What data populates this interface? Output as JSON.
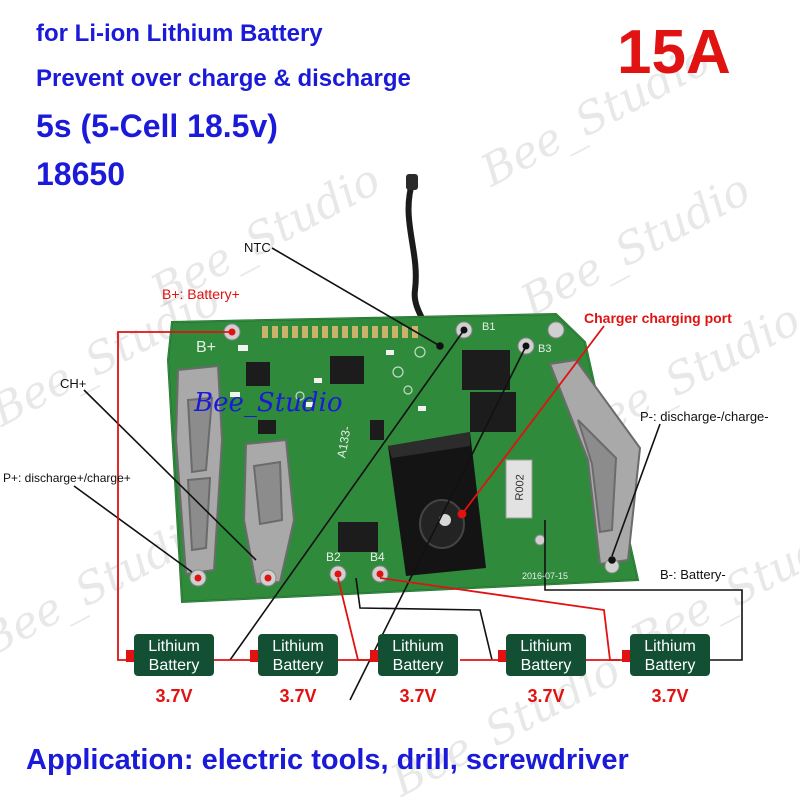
{
  "header": {
    "line1": "for Li-ion Lithium  Battery",
    "line2": "Prevent over charge & discharge",
    "line3": "5s (5-Cell 18.5v)",
    "line4": "18650",
    "current": "15A"
  },
  "watermark": "Bee_Studio",
  "board": {
    "brand": "Bee_Studio",
    "silk_bplus": "B+",
    "silk_b1": "B1",
    "silk_b2": "B2",
    "silk_b3": "B3",
    "silk_b4": "B4",
    "silk_model": "A133-",
    "silk_resistor": "R002",
    "silk_date": "2016-07-15"
  },
  "labels": {
    "ntc": "NTC",
    "b_plus": "B+: Battery+",
    "ch_plus": "CH+",
    "p_plus": "P+: discharge+/charge+",
    "charger_port": "Charger charging port",
    "p_minus": "P-: discharge-/charge-",
    "b_minus": "B-: Battery-"
  },
  "cells": [
    {
      "line1": "Lithium",
      "line2": "Battery",
      "voltage": "3.7V"
    },
    {
      "line1": "Lithium",
      "line2": "Battery",
      "voltage": "3.7V"
    },
    {
      "line1": "Lithium",
      "line2": "Battery",
      "voltage": "3.7V"
    },
    {
      "line1": "Lithium",
      "line2": "Battery",
      "voltage": "3.7V"
    },
    {
      "line1": "Lithium",
      "line2": "Battery",
      "voltage": "3.7V"
    }
  ],
  "footer": {
    "application": "Application: electric tools, drill, screwdriver"
  },
  "colors": {
    "heading_blue": "#1a1ad8",
    "accent_red": "#e01212",
    "cell_green": "#124f33",
    "pcb_green": "#2f8a3c"
  }
}
